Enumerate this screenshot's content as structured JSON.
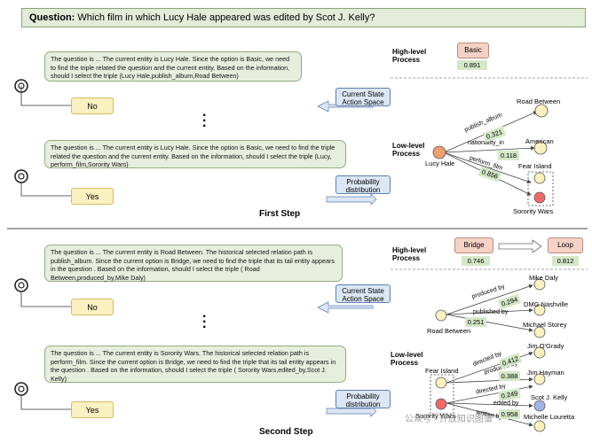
{
  "question": {
    "label": "Question:",
    "text": " Which film in which Lucy Hale appeared was edited by Scot J. Kelly?"
  },
  "first_step": {
    "prompt_1": "The question is  ... The current entity is Lucy Hale. Since the option is Basic, we need to find  the triple related the question and the current entity. Based on the information,  should I select the triple (Lucy Hale,publish_album,Road Between)",
    "answer_1": "No",
    "prompt_2": "The question is  ... The current entity is Lucy Hale. Since the option is Basic, we need to find  the triple related the question and the current entity.  Based on the information, should I select the triple (Lucy, perform_film,Sorority Wars)",
    "answer_2": "Yes",
    "state_action_label": "Current State Action Space",
    "probability_label": "Probability distribution",
    "caption": "First Step",
    "high_level_label": "High-level Process",
    "low_level_label": "Low-level Process",
    "option": "Basic",
    "option_score": "0.891",
    "root": "Lucy Hale",
    "targets": [
      "Road Between",
      "American",
      "Fear Island",
      "Sorority Wars"
    ],
    "relations": [
      "publish_album",
      "nationality_in",
      "perform_film"
    ],
    "scores": [
      "0.321",
      "0.118",
      "0.856"
    ]
  },
  "second_step": {
    "prompt_1": "The question is  ... The current entity is Road Between. The historical selected relation path is publish_album. Since the current option is Bridge, we need to find  the triple  that its tail entity appears in the question . Based on the information,  should I select the triple ( Road Between,produced_by,Mike Daly)",
    "answer_1": "No",
    "prompt_2": "The question is  ... The current entity is Sorority Wars. The historical selected relation path is perform_film. Since the current option is Bridge, we need to find the triple that its tail entity appears in the question . Based on the information, should I select the triple ( Sorority Wars,edited_by,Scot J. Kelly)",
    "answer_2": "Yes",
    "state_action_label": "Current State Action Space",
    "probability_label": "Probability distribution",
    "caption": "Second Step",
    "high_level_label": "High-level Process",
    "low_level_label": "Low-level Process",
    "options": [
      "Bridge",
      "Loop"
    ],
    "option_scores": [
      "0.746",
      "0.812"
    ],
    "upper_root": "Road Between",
    "upper_targets": [
      "Mike Daly",
      "DMG Nashville",
      "Michael Storey"
    ],
    "upper_relations": [
      "produced by",
      "published by"
    ],
    "upper_scores": [
      "0.294",
      "0.251"
    ],
    "lower_roots": [
      "Fear Island",
      "Sorority Wars"
    ],
    "lower_targets": [
      "Jim O'Grady",
      "Jim Hayman",
      "Scot J. Kelly",
      "Michelle Louretta"
    ],
    "lower_relations": [
      "directed by",
      "produced by",
      "directed by",
      "edited by",
      "written by"
    ],
    "lower_scores": [
      "0.412",
      "0.388",
      "0.249",
      "0.958"
    ]
  },
  "watermark": "公众号 · 开放知识图谱",
  "colors": {
    "prompt_fill": "#e6efdd",
    "answer_fill": "#fbf0c0",
    "option_fill": "#f6d2c6",
    "score_fill": "#d5e7c8",
    "action_fill": "#dce6f4",
    "root_node": "#f0a070",
    "target_node": "#fbf0c0",
    "selected_node": "#ee6a6a",
    "scot_node": "#9fb5e3"
  }
}
